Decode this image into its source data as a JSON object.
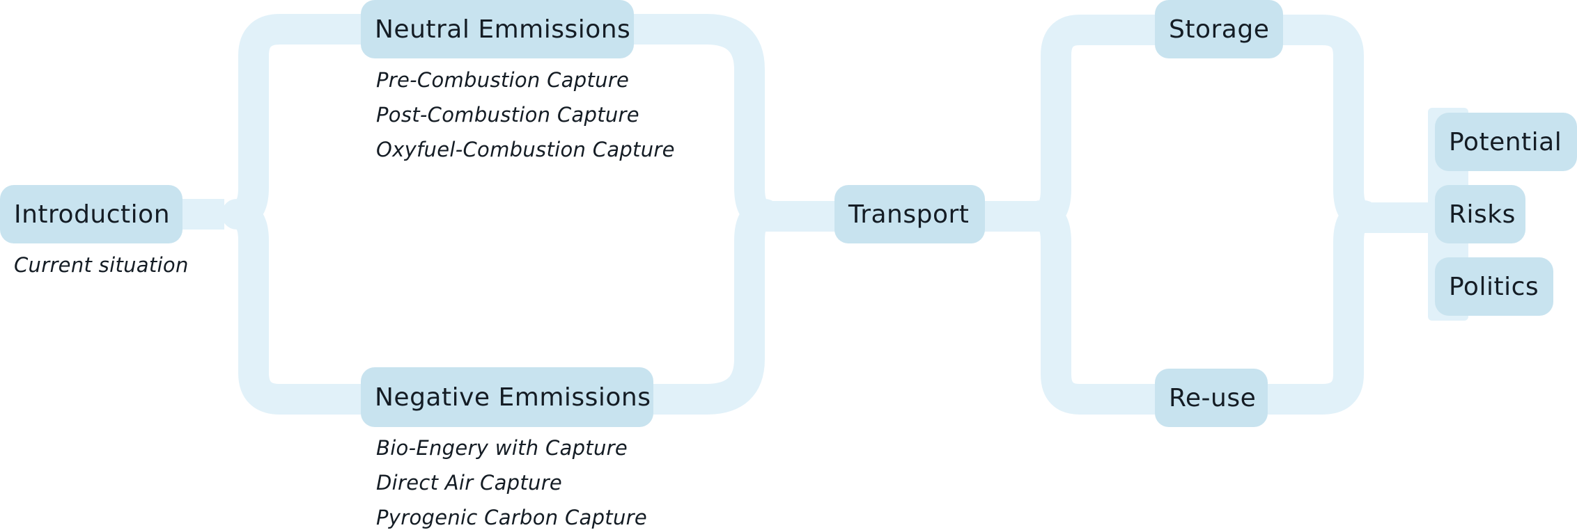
{
  "colors": {
    "connector": "#e1f1f9",
    "node_fill": "#c8e3ef",
    "text": "#141c24"
  },
  "nodes": {
    "introduction": {
      "label": "Introduction",
      "items": [
        "Current situation"
      ]
    },
    "neutral": {
      "label": "Neutral Emmissions",
      "items": [
        "Pre-Combustion Capture",
        "Post-Combustion Capture",
        "Oxyfuel-Combustion Capture"
      ]
    },
    "negative": {
      "label": "Negative Emmissions",
      "items": [
        "Bio-Engery with Capture",
        "Direct Air Capture",
        "Pyrogenic Carbon Capture"
      ]
    },
    "transport": {
      "label": "Transport"
    },
    "storage": {
      "label": "Storage"
    },
    "reuse": {
      "label": "Re-use"
    },
    "potential": {
      "label": "Potential"
    },
    "risks": {
      "label": "Risks"
    },
    "politics": {
      "label": "Politics"
    }
  }
}
